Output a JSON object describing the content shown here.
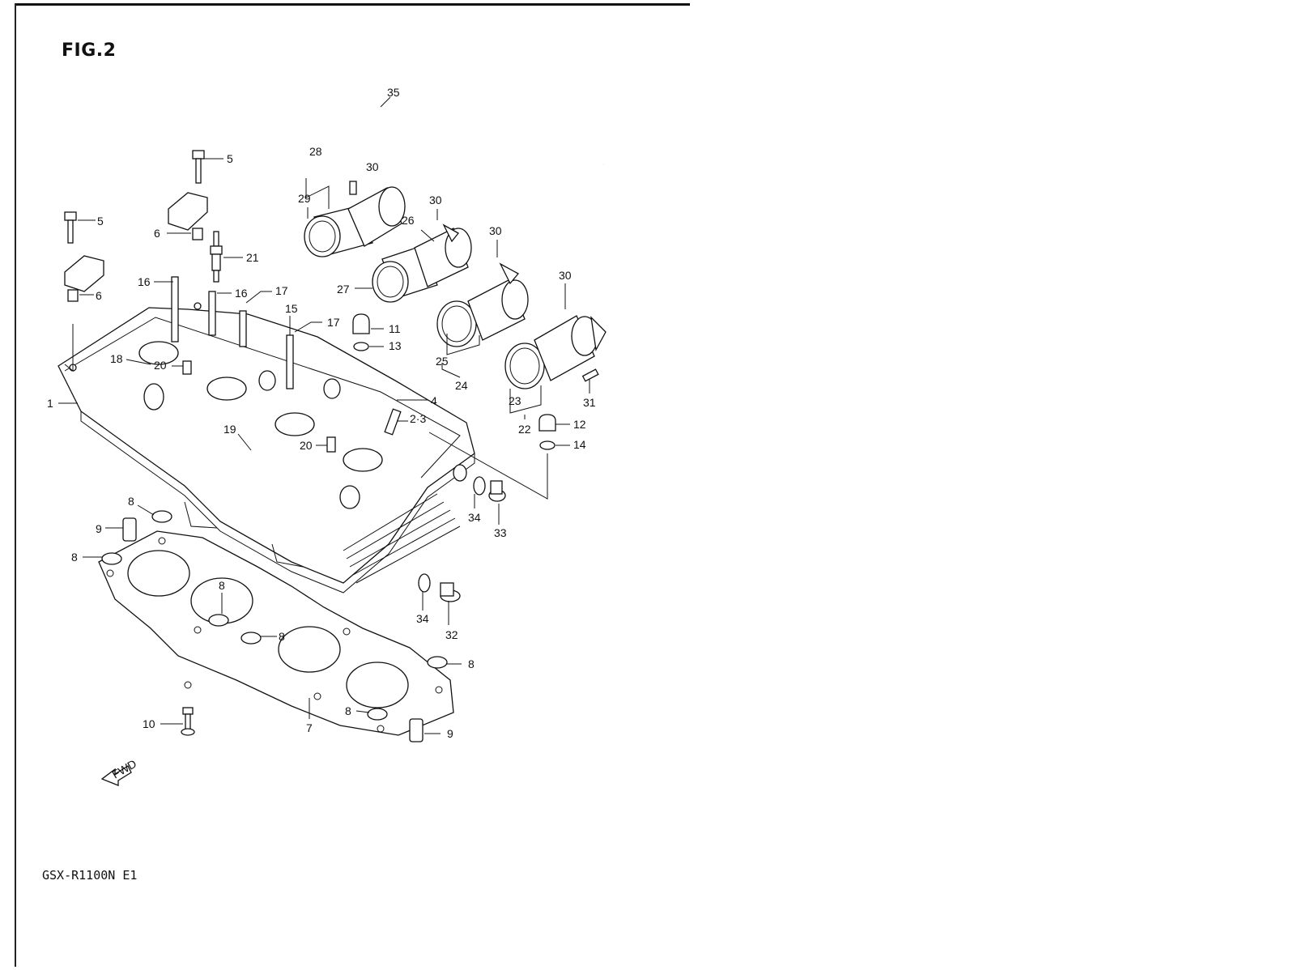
{
  "figure": {
    "title": "FIG.2",
    "model": "GSX-R1100N E1"
  },
  "fwd_marker": {
    "text": "FWD"
  },
  "callouts": [
    {
      "id": "c1",
      "label": "1"
    },
    {
      "id": "c2_3",
      "label": "2·3"
    },
    {
      "id": "c4",
      "label": "4"
    },
    {
      "id": "c5a",
      "label": "5"
    },
    {
      "id": "c5b",
      "label": "5"
    },
    {
      "id": "c6a",
      "label": "6"
    },
    {
      "id": "c6b",
      "label": "6"
    },
    {
      "id": "c7",
      "label": "7"
    },
    {
      "id": "c8a",
      "label": "8"
    },
    {
      "id": "c8b",
      "label": "8"
    },
    {
      "id": "c8c",
      "label": "8"
    },
    {
      "id": "c8d",
      "label": "8"
    },
    {
      "id": "c8e",
      "label": "8"
    },
    {
      "id": "c8f",
      "label": "8"
    },
    {
      "id": "c9a",
      "label": "9"
    },
    {
      "id": "c9b",
      "label": "9"
    },
    {
      "id": "c10",
      "label": "10"
    },
    {
      "id": "c11",
      "label": "11"
    },
    {
      "id": "c12",
      "label": "12"
    },
    {
      "id": "c13",
      "label": "13"
    },
    {
      "id": "c14",
      "label": "14"
    },
    {
      "id": "c15",
      "label": "15"
    },
    {
      "id": "c16a",
      "label": "16"
    },
    {
      "id": "c16b",
      "label": "16"
    },
    {
      "id": "c17a",
      "label": "17"
    },
    {
      "id": "c17b",
      "label": "17"
    },
    {
      "id": "c18",
      "label": "18"
    },
    {
      "id": "c19",
      "label": "19"
    },
    {
      "id": "c20a",
      "label": "20"
    },
    {
      "id": "c20b",
      "label": "20"
    },
    {
      "id": "c21",
      "label": "21"
    },
    {
      "id": "c22",
      "label": "22"
    },
    {
      "id": "c23",
      "label": "23"
    },
    {
      "id": "c24",
      "label": "24"
    },
    {
      "id": "c25",
      "label": "25"
    },
    {
      "id": "c26",
      "label": "26"
    },
    {
      "id": "c27",
      "label": "27"
    },
    {
      "id": "c28",
      "label": "28"
    },
    {
      "id": "c29",
      "label": "29"
    },
    {
      "id": "c30a",
      "label": "30"
    },
    {
      "id": "c30b",
      "label": "30"
    },
    {
      "id": "c30c",
      "label": "30"
    },
    {
      "id": "c30d",
      "label": "30"
    },
    {
      "id": "c31",
      "label": "31"
    },
    {
      "id": "c32",
      "label": "32"
    },
    {
      "id": "c33",
      "label": "33"
    },
    {
      "id": "c34a",
      "label": "34"
    },
    {
      "id": "c34b",
      "label": "34"
    },
    {
      "id": "c35",
      "label": "35"
    }
  ]
}
